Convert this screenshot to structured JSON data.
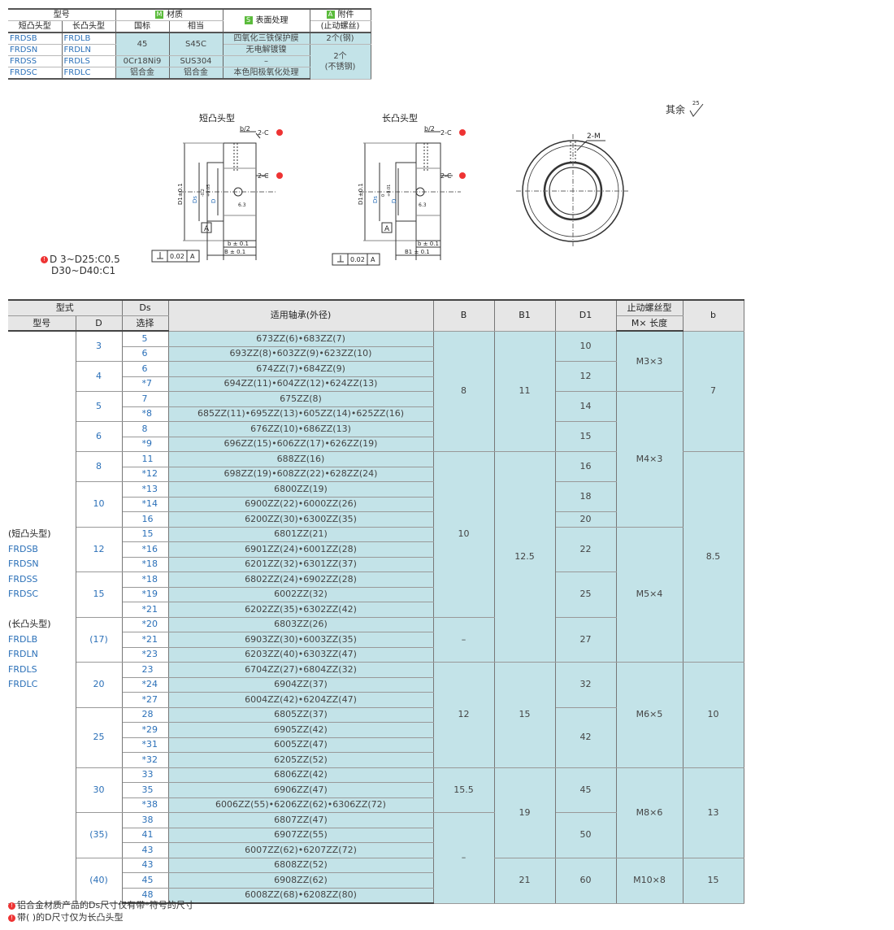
{
  "material_table": {
    "header_top": {
      "model": "型号",
      "material": "材质",
      "surface": "表面处理",
      "attach": "附件"
    },
    "badges": {
      "material": "M",
      "surface": "S",
      "attach": "A"
    },
    "header_sub": {
      "short": "短凸头型",
      "long": "长凸头型",
      "gb": "国标",
      "eq": "相当",
      "attach": "(止动螺丝)"
    },
    "rows": [
      {
        "short": "FRDSB",
        "long": "FRDLB"
      },
      {
        "short": "FRDSN",
        "long": "FRDLN"
      },
      {
        "short": "FRDSS",
        "long": "FRDLS"
      },
      {
        "short": "FRDSC",
        "long": "FRDLC"
      }
    ],
    "mat": {
      "m45": "45",
      "s45c": "S45C",
      "cr18": "0Cr18Ni9",
      "sus304": "SUS304",
      "al": "铝合金",
      "al2": "铝合金"
    },
    "surf": {
      "s1": "四氧化三铁保护膜",
      "s2": "无电解镀镍",
      "s3": "–",
      "s4": "本色阳极氧化处理"
    },
    "att": {
      "a1": "2个(钢)",
      "a2": "2个",
      "a3": "(不锈钢)"
    }
  },
  "drawing": {
    "short_title": "短凸头型",
    "long_title": "长凸头型",
    "b2": "b/2",
    "chamfer": "2-C",
    "d1": "D1±0.1",
    "ds": "Ds",
    "d": "D",
    "ds_tol": "-0.2",
    "ds_tol0": "0",
    "d_tol": "+0.05",
    "d_tol0": "+0.01",
    "roughness": "6.3",
    "datum": "A",
    "b_tol": "b ± 0.1",
    "bb_tol": "B ± 0.1",
    "b1_tol": "B1 ± 0.1",
    "perp_sym": "⊥",
    "perp_val": "0.02",
    "perp_ref": "A",
    "tap": "2-M",
    "rest_label": "其余",
    "rest_value": "25",
    "tol_line1": "D 3~D25:C0.5",
    "tol_line2": "D30~D40:C1"
  },
  "data_table": {
    "h": {
      "xs": "型式",
      "ds": "Ds",
      "bear": "适用轴承(外径)",
      "b": "B",
      "b1": "B1",
      "d1": "D1",
      "screw": "止动螺丝型",
      "bs": "b",
      "xh": "型号",
      "d": "D",
      "sel": "选择",
      "mxl": "M× 长度"
    },
    "model_text": [
      "(短凸头型)",
      "FRDSB",
      "FRDSN",
      "FRDSS",
      "FRDSC",
      "",
      "(长凸头型)",
      "FRDLB",
      "FRDLN",
      "FRDLS",
      "FRDLC"
    ],
    "groups": [
      {
        "d": "3",
        "rows": [
          [
            "5",
            "673ZZ(6)•683ZZ(7)"
          ],
          [
            "6",
            "693ZZ(8)•603ZZ(9)•623ZZ(10)"
          ]
        ]
      },
      {
        "d": "4",
        "rows": [
          [
            "6",
            "674ZZ(7)•684ZZ(9)"
          ],
          [
            "*7",
            "694ZZ(11)•604ZZ(12)•624ZZ(13)"
          ]
        ]
      },
      {
        "d": "5",
        "rows": [
          [
            "7",
            "675ZZ(8)"
          ],
          [
            "*8",
            "685ZZ(11)•695ZZ(13)•605ZZ(14)•625ZZ(16)"
          ]
        ]
      },
      {
        "d": "6",
        "rows": [
          [
            "8",
            "676ZZ(10)•686ZZ(13)"
          ],
          [
            "*9",
            "696ZZ(15)•606ZZ(17)•626ZZ(19)"
          ]
        ]
      },
      {
        "d": "8",
        "rows": [
          [
            "11",
            "688ZZ(16)"
          ],
          [
            "*12",
            "698ZZ(19)•608ZZ(22)•628ZZ(24)"
          ]
        ]
      },
      {
        "d": "10",
        "rows": [
          [
            "*13",
            "6800ZZ(19)"
          ],
          [
            "*14",
            "6900ZZ(22)•6000ZZ(26)"
          ],
          [
            "16",
            "6200ZZ(30)•6300ZZ(35)"
          ]
        ]
      },
      {
        "d": "12",
        "rows": [
          [
            "15",
            "6801ZZ(21)"
          ],
          [
            "*16",
            "6901ZZ(24)•6001ZZ(28)"
          ],
          [
            "*18",
            "6201ZZ(32)•6301ZZ(37)"
          ]
        ]
      },
      {
        "d": "15",
        "rows": [
          [
            "*18",
            "6802ZZ(24)•6902ZZ(28)"
          ],
          [
            "*19",
            "6002ZZ(32)"
          ],
          [
            "*21",
            "6202ZZ(35)•6302ZZ(42)"
          ]
        ]
      },
      {
        "d": "(17)",
        "rows": [
          [
            "*20",
            "6803ZZ(26)"
          ],
          [
            "*21",
            "6903ZZ(30)•6003ZZ(35)"
          ],
          [
            "*23",
            "6203ZZ(40)•6303ZZ(47)"
          ]
        ]
      },
      {
        "d": "20",
        "rows": [
          [
            "23",
            "6704ZZ(27)•6804ZZ(32)"
          ],
          [
            "*24",
            "6904ZZ(37)"
          ],
          [
            "*27",
            "6004ZZ(42)•6204ZZ(47)"
          ]
        ]
      },
      {
        "d": "25",
        "rows": [
          [
            "28",
            "6805ZZ(37)"
          ],
          [
            "*29",
            "6905ZZ(42)"
          ],
          [
            "*31",
            "6005ZZ(47)"
          ],
          [
            "*32",
            "6205ZZ(52)"
          ]
        ]
      },
      {
        "d": "30",
        "rows": [
          [
            "33",
            "6806ZZ(42)"
          ],
          [
            "35",
            "6906ZZ(47)"
          ],
          [
            "*38",
            "6006ZZ(55)•6206ZZ(62)•6306ZZ(72)"
          ]
        ]
      },
      {
        "d": "(35)",
        "rows": [
          [
            "38",
            "6807ZZ(47)"
          ],
          [
            "41",
            "6907ZZ(55)"
          ],
          [
            "43",
            "6007ZZ(62)•6207ZZ(72)"
          ]
        ]
      },
      {
        "d": "(40)",
        "rows": [
          [
            "43",
            "6808ZZ(52)"
          ],
          [
            "45",
            "6908ZZ(62)"
          ],
          [
            "48",
            "6008ZZ(68)•6208ZZ(80)"
          ]
        ]
      }
    ],
    "B": [
      {
        "v": "8",
        "span": 8
      },
      {
        "v": "10",
        "span": 11
      },
      {
        "v": "–",
        "span": 3
      },
      {
        "v": "12",
        "span": 7
      },
      {
        "v": "15.5",
        "span": 3
      },
      {
        "v": "–",
        "span": 6
      }
    ],
    "B1": [
      {
        "v": "11",
        "span": 8
      },
      {
        "v": "12.5",
        "span": 14
      },
      {
        "v": "15",
        "span": 7
      },
      {
        "v": "19",
        "span": 6
      },
      {
        "v": "21",
        "span": 3
      }
    ],
    "D1": [
      {
        "v": "10",
        "span": 2
      },
      {
        "v": "12",
        "span": 2
      },
      {
        "v": "14",
        "span": 2
      },
      {
        "v": "15",
        "span": 2
      },
      {
        "v": "16",
        "span": 2
      },
      {
        "v": "18",
        "span": 2
      },
      {
        "v": "20",
        "span": 1
      },
      {
        "v": "22",
        "span": 3
      },
      {
        "v": "25",
        "span": 3
      },
      {
        "v": "27",
        "span": 3
      },
      {
        "v": "32",
        "span": 3
      },
      {
        "v": "42",
        "span": 4
      },
      {
        "v": "45",
        "span": 3
      },
      {
        "v": "50",
        "span": 3
      },
      {
        "v": "60",
        "span": 3
      }
    ],
    "M": [
      {
        "v": "M3×3",
        "span": 4
      },
      {
        "v": "M4×3",
        "span": 9
      },
      {
        "v": "M5×4",
        "span": 9
      },
      {
        "v": "M6×5",
        "span": 7
      },
      {
        "v": "M8×6",
        "span": 6
      },
      {
        "v": "M10×8",
        "span": 3
      }
    ],
    "bb": [
      {
        "v": "7",
        "span": 8
      },
      {
        "v": "8.5",
        "span": 14
      },
      {
        "v": "10",
        "span": 7
      },
      {
        "v": "13",
        "span": 6
      },
      {
        "v": "15",
        "span": 3
      }
    ]
  },
  "notes": [
    "铝合金材质产品的Ds尺寸仅有带*符号的尺寸",
    "带( )的D尺寸仅为长凸头型"
  ],
  "note_marker": "!"
}
